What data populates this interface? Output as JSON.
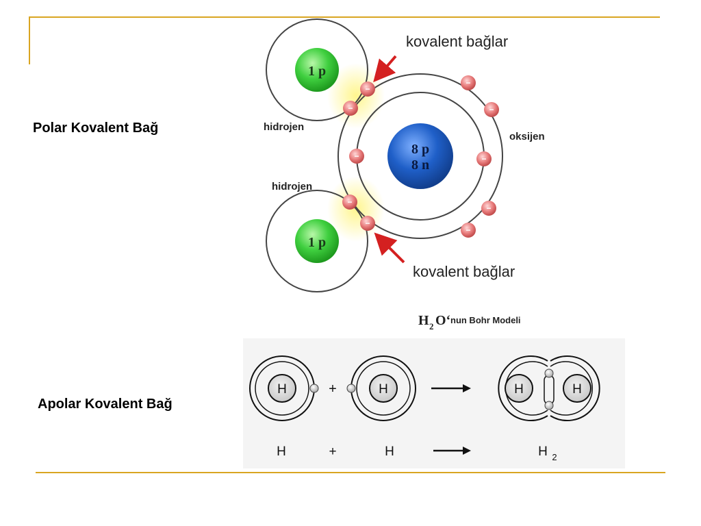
{
  "headings": {
    "polar": "Polar Kovalent Bağ",
    "apolar": "Apolar Kovalent Bağ"
  },
  "water_model": {
    "bond_label_top": "kovalent bağlar",
    "bond_label_bottom": "kovalent bağlar",
    "hydrogen_label_top": "hidrojen",
    "hydrogen_label_bottom": "hidrojen",
    "oxygen_label": "oksijen",
    "hydrogen_nucleus": "1 p",
    "oxygen_nucleus_line1": "8 p",
    "oxygen_nucleus_line2": "8 n",
    "electron_sign": "−",
    "caption_h": "H",
    "caption_sub": "2",
    "caption_o": "O‘",
    "caption_rest": "nun Bohr Modeli"
  },
  "hydrogen_model": {
    "atom_symbol": "H",
    "plus": "+",
    "arrow": "→",
    "product_h": "H",
    "product_sub": "2"
  },
  "colors": {
    "rule": "#d9a521",
    "hydrogen_nucleus": "#3fcf3f",
    "oxygen_nucleus": "#1f5fc8",
    "electron": "#e77a7a",
    "arrow": "#d42020"
  }
}
